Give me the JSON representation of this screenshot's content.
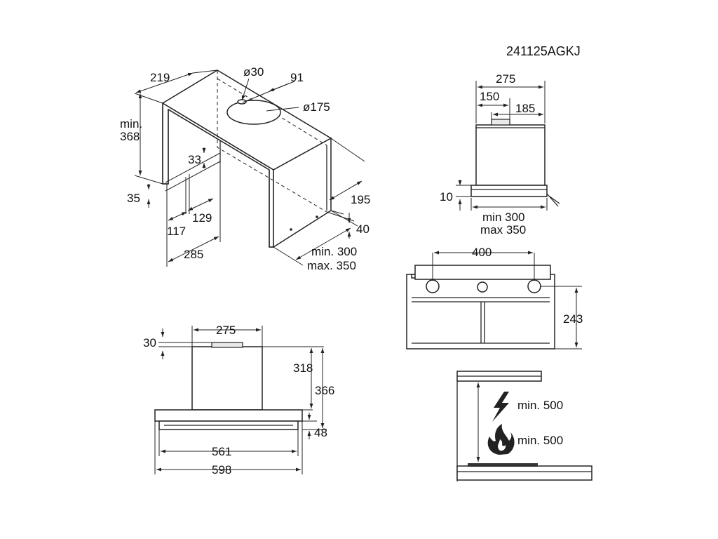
{
  "model_code": "241125AGKJ",
  "iso_view": {
    "d_219": "219",
    "d_30": "ø30",
    "d_91": "91",
    "d_175": "ø175",
    "d_min": "min.",
    "d_368": "368",
    "d_33": "33",
    "d_35": "35",
    "d_129": "129",
    "d_117": "117",
    "d_285": "285",
    "d_195": "195",
    "d_40": "40",
    "d_min300": "min. 300",
    "d_max350": "max. 350"
  },
  "side_view": {
    "d_275": "275",
    "d_150": "150",
    "d_185": "185",
    "d_10": "10",
    "d_min300": "min 300",
    "d_max350": "max 350"
  },
  "front_view": {
    "d_30": "30",
    "d_275": "275",
    "d_318": "318",
    "d_366": "366",
    "d_48": "48",
    "d_561": "561",
    "d_598": "598"
  },
  "top_view": {
    "d_400": "400",
    "d_243": "243"
  },
  "clearance": {
    "electric": "min. 500",
    "gas": "min. 500",
    "electric_icon": "lightning-icon",
    "gas_icon": "flame-icon"
  }
}
